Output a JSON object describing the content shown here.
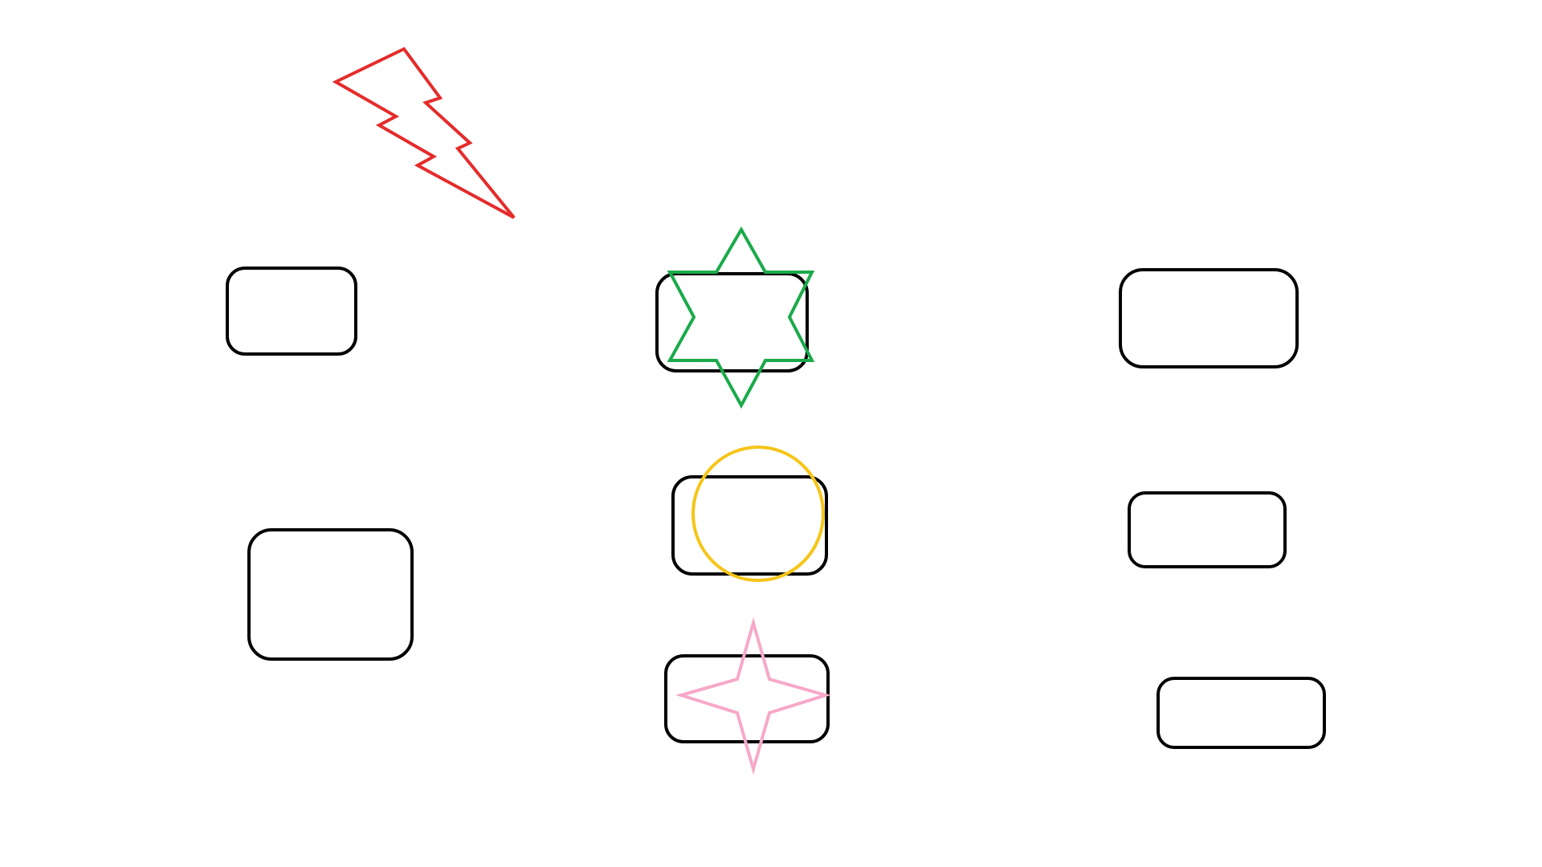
{
  "canvas": {
    "background": "#ffffff"
  },
  "colors": {
    "box_stroke": "#000000",
    "lightning": "#e52b2b",
    "hexagram": "#1aaa4a",
    "circle": "#f5c518",
    "four_point_star": "#f7a8c8"
  },
  "shapes": {
    "boxes": [
      "rounded-rectangle-left-top",
      "rounded-rectangle-left-bottom",
      "rounded-rectangle-center-top",
      "rounded-rectangle-center-middle",
      "rounded-rectangle-center-bottom",
      "rounded-rectangle-right-top",
      "rounded-rectangle-right-middle",
      "rounded-rectangle-right-bottom"
    ],
    "overlays": [
      "lightning-bolt-icon",
      "six-point-star-icon",
      "circle-icon",
      "four-point-star-icon"
    ]
  }
}
